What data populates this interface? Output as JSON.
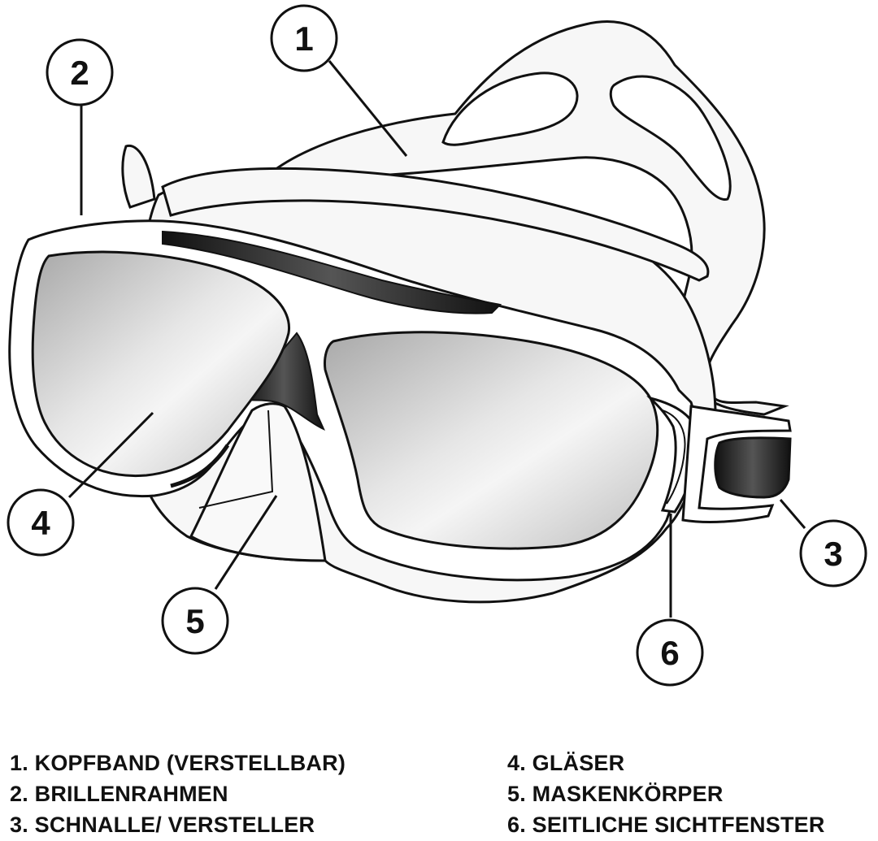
{
  "callouts": [
    {
      "number": "1"
    },
    {
      "number": "2"
    },
    {
      "number": "3"
    },
    {
      "number": "4"
    },
    {
      "number": "5"
    },
    {
      "number": "6"
    }
  ],
  "legend": {
    "left": [
      "1. KOPFBAND (VERSTELLBAR)",
      "2. BRILLENRAHMEN",
      "3. SCHNALLE/ VERSTELLER"
    ],
    "right": [
      "4. GLÄSER",
      "5. MASKENKÖRPER",
      "6. SEITLICHE SICHTFENSTER"
    ]
  },
  "colors": {
    "outline": "#111111",
    "lens": "#c9c9c9",
    "strap": "#f7f7f7"
  }
}
